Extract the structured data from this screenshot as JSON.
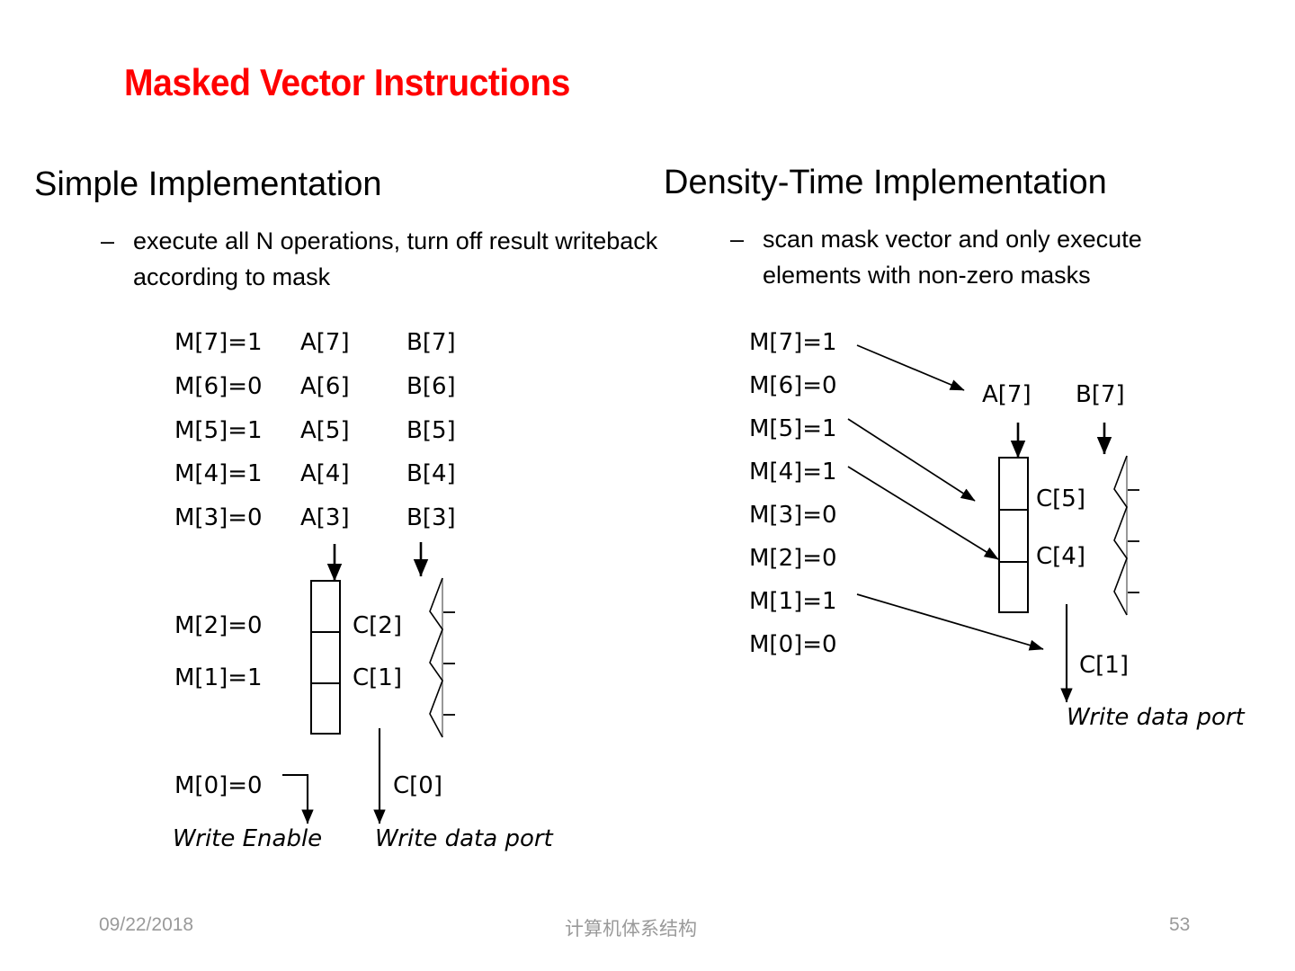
{
  "slide": {
    "title": "Masked Vector Instructions",
    "title_color": "#ff0000"
  },
  "left_column": {
    "heading": "Simple Implementation",
    "bullet_dash": "–",
    "bullet_text": "execute all N operations, turn off result writeback according to mask",
    "diagram": {
      "mask_rows": [
        {
          "mask": "M[7]=1",
          "a": "A[7]",
          "b": "B[7]"
        },
        {
          "mask": "M[6]=0",
          "a": "A[6]",
          "b": "B[6]"
        },
        {
          "mask": "M[5]=1",
          "a": "A[5]",
          "b": "B[5]"
        },
        {
          "mask": "M[4]=1",
          "a": "A[4]",
          "b": "B[4]"
        },
        {
          "mask": "M[3]=0",
          "a": "A[3]",
          "b": "B[3]"
        }
      ],
      "lower_masks": [
        "M[2]=0",
        "M[1]=1"
      ],
      "pipeline_results": [
        "C[2]",
        "C[1]"
      ],
      "bottom_mask": "M[0]=0",
      "bottom_result": "C[0]",
      "write_enable_label": "Write Enable",
      "write_data_port_label": "Write data port"
    }
  },
  "right_column": {
    "heading": "Density-Time Implementation",
    "bullet_dash": "–",
    "bullet_text": "scan mask vector and only execute elements with non-zero masks",
    "diagram": {
      "masks": [
        "M[7]=1",
        "M[6]=0",
        "M[5]=1",
        "M[4]=1",
        "M[3]=0",
        "M[2]=0",
        "M[1]=1",
        "M[0]=0"
      ],
      "operand_a": "A[7]",
      "operand_b": "B[7]",
      "pipeline_results": [
        "C[5]",
        "C[4]"
      ],
      "output_result": "C[1]",
      "write_data_port_label": "Write data port"
    }
  },
  "footer": {
    "date": "09/22/2018",
    "center": "计算机体系结构",
    "page": "53"
  }
}
